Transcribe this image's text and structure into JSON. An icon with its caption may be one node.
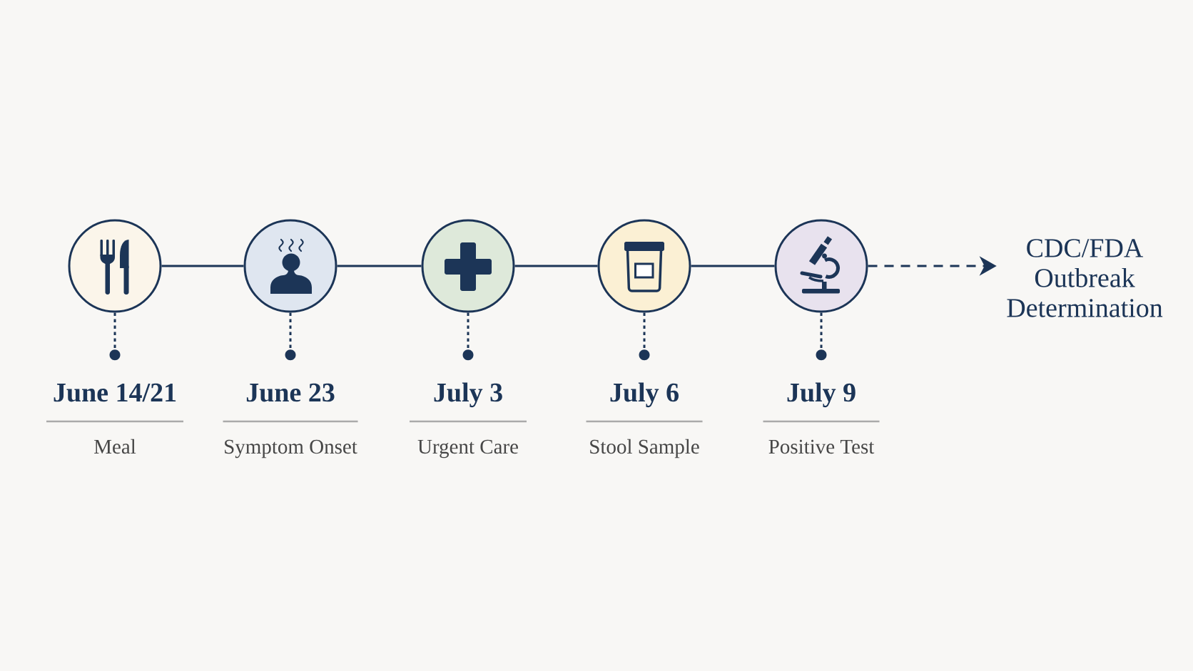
{
  "diagram": {
    "nodes": [
      {
        "text": [],
        "shape": "circle"
      },
      {
        "text": [],
        "shape": "circle"
      },
      {
        "text": [],
        "shape": "circle"
      },
      {
        "text": [],
        "shape": "circle"
      },
      {
        "text": [],
        "shape": "circle"
      },
      {
        "text": [
          "CDC/FDA Outbreak Determination"
        ]
      },
      {
        "text": [
          "June 14/21",
          "Meal"
        ]
      },
      {
        "text": [
          "June 23",
          "Symptom Onset"
        ]
      },
      {
        "text": [
          "July 3",
          "Urgent Care"
        ]
      },
      {
        "text": [
          "July 6",
          "Stool Sample"
        ]
      },
      {
        "text": [
          "July 9",
          "Positive Test"
        ]
      }
    ],
    "edges": [
      {
        "from": 0,
        "to": 1,
        "arrow": "none"
      },
      {
        "from": 1,
        "to": 2,
        "arrow": "none"
      },
      {
        "from": 2,
        "to": 3,
        "arrow": "none"
      },
      {
        "from": 3,
        "to": 4,
        "arrow": "none"
      },
      {
        "from": 4,
        "to": 5,
        "arrow": "to",
        "style": "dashed"
      },
      {
        "from": 0,
        "to": 6,
        "arrow": "other",
        "style": "dashed"
      },
      {
        "from": 1,
        "to": 7,
        "arrow": "other",
        "style": "dashed"
      },
      {
        "from": 2,
        "to": 8,
        "arrow": "other",
        "style": "dashed"
      },
      {
        "from": 3,
        "to": 9,
        "arrow": "other",
        "style": "dashed"
      },
      {
        "from": 4,
        "to": 10,
        "arrow": "other",
        "style": "dashed"
      }
    ]
  }
}
